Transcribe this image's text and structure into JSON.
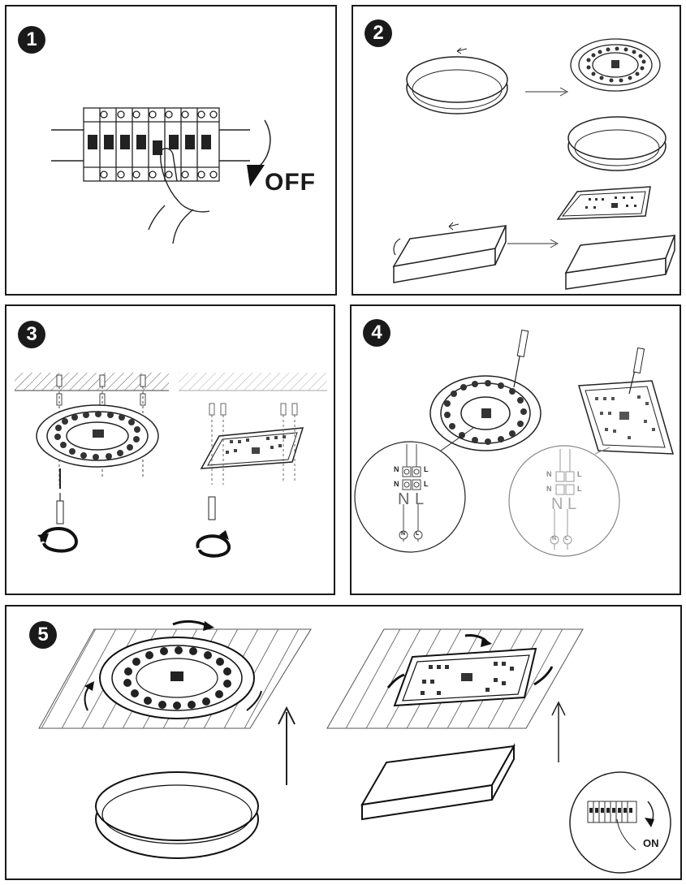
{
  "steps": [
    {
      "number": "1",
      "label": "OFF"
    },
    {
      "number": "2"
    },
    {
      "number": "3"
    },
    {
      "number": "4"
    },
    {
      "number": "5",
      "label": "ON"
    }
  ],
  "wiring": {
    "left": {
      "n_top": "N",
      "l_top": "L",
      "n_mid": "N",
      "l_mid": "L",
      "n_big": "N",
      "l_big": "L",
      "n_end": "N",
      "l_end": "L"
    },
    "right": {
      "n_top": "N",
      "l_top": "L",
      "n_mid": "N",
      "l_mid": "L",
      "n_big": "N",
      "l_big": "L",
      "n_end": "N",
      "l_end": "L"
    }
  },
  "icons": [
    "breaker-switch-icon",
    "hand-icon",
    "rotate-arrow-icon",
    "screwdriver-icon",
    "round-lamp-icon",
    "square-lamp-icon",
    "mounting-plate-icon",
    "wall-anchor-icon",
    "ceiling-hatch-icon"
  ]
}
